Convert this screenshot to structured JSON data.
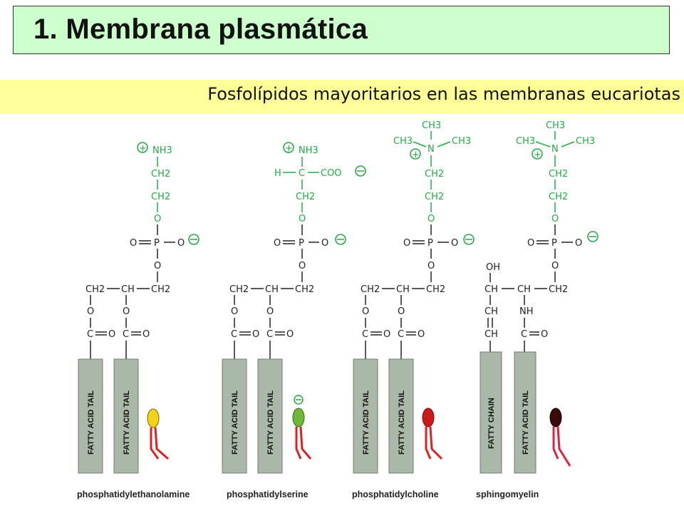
{
  "slide": {
    "title": "1. Membrana plasmática",
    "subtitle": "Fosfolípidos mayoritarios en las membranas eucariotas"
  },
  "lipids": [
    {
      "name": "phosphatidylethanolamine",
      "head_atoms": [
        "NH3",
        "CH2",
        "CH2"
      ],
      "tail_labels": [
        "FATTY ACID TAIL",
        "FATTY ACID TAIL"
      ],
      "icon_head_color": "#f2d21a"
    },
    {
      "name": "phosphatidylserine",
      "head_atoms": [
        "NH3",
        "H",
        "C",
        "COO",
        "CH2"
      ],
      "tail_labels": [
        "FATTY ACID TAIL",
        "FATTY ACID TAIL"
      ],
      "icon_head_color": "#6fb83a"
    },
    {
      "name": "phosphatidylcholine",
      "head_atoms": [
        "CH3",
        "CH3",
        "N",
        "CH3",
        "CH2",
        "CH2"
      ],
      "tail_labels": [
        "FATTY ACID TAIL",
        "FATTY ACID TAIL"
      ],
      "icon_head_color": "#cc1a1a"
    },
    {
      "name": "sphingomyelin",
      "head_atoms": [
        "CH3",
        "CH3",
        "N",
        "CH3",
        "CH2",
        "CH2"
      ],
      "backbone_atoms": [
        "OH",
        "CH",
        "CH",
        "CH",
        "CH",
        "CH2",
        "NH"
      ],
      "tail_labels": [
        "FATTY CHAIN",
        "FATTY ACID TAIL"
      ],
      "icon_head_color": "#3a0a0a"
    }
  ],
  "common_atoms": {
    "oxygen": "O",
    "phosphorus": "P",
    "carbon": "C",
    "ch2": "CH2",
    "ch": "CH",
    "charge_plus": "+",
    "charge_minus": "−"
  },
  "colors": {
    "title_bg": "#ccffcc",
    "subtitle_bg": "#ffff99",
    "head_group": "#22aa44",
    "tail_fill": "#a9b8a9",
    "icon_tail": "#dd2222"
  }
}
